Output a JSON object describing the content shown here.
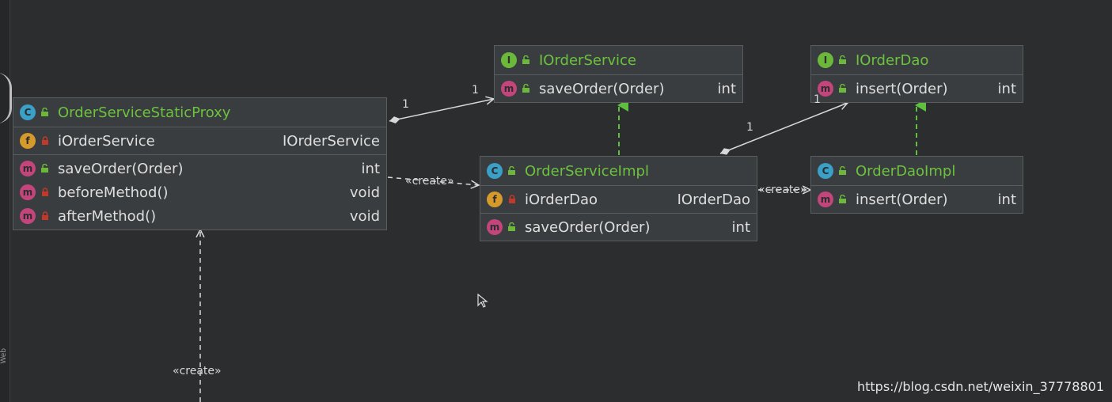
{
  "colors": {
    "background": "#2b2d2e",
    "box": "#3a3d3f",
    "class_name": "#6cc23f",
    "badge_class": "#3aa0c7",
    "badge_interface": "#6cb83a",
    "badge_field": "#d69a2c",
    "badge_method": "#c3457c",
    "implements_arrow": "#5fbf3f"
  },
  "icons": {
    "class": "C",
    "interface": "I",
    "field": "f",
    "method": "m"
  },
  "classes": {
    "proxy": {
      "name": "OrderServiceStaticProxy",
      "fields": [
        {
          "name": "iOrderService",
          "type": "IOrderService",
          "visibility": "private"
        }
      ],
      "methods": [
        {
          "name": "saveOrder(Order)",
          "type": "int",
          "visibility": "public"
        },
        {
          "name": "beforeMethod()",
          "type": "void",
          "visibility": "private"
        },
        {
          "name": "afterMethod()",
          "type": "void",
          "visibility": "private"
        }
      ]
    },
    "iorderservice": {
      "name": "IOrderService",
      "methods": [
        {
          "name": "saveOrder(Order)",
          "type": "int",
          "visibility": "public"
        }
      ]
    },
    "iorderdao": {
      "name": "IOrderDao",
      "methods": [
        {
          "name": "insert(Order)",
          "type": "int",
          "visibility": "public"
        }
      ]
    },
    "orderserviceimpl": {
      "name": "OrderServiceImpl",
      "fields": [
        {
          "name": "iOrderDao",
          "type": "IOrderDao",
          "visibility": "private"
        }
      ],
      "methods": [
        {
          "name": "saveOrder(Order)",
          "type": "int",
          "visibility": "public"
        }
      ]
    },
    "orderdaoimpl": {
      "name": "OrderDaoImpl",
      "methods": [
        {
          "name": "insert(Order)",
          "type": "int",
          "visibility": "public"
        }
      ]
    }
  },
  "labels": {
    "mult_proxy_src": "1",
    "mult_proxy_dst": "1",
    "mult_impl_src": "1",
    "mult_impl_dst": "1",
    "create_proxy_impl": "«create»",
    "create_impl_dao": "«create»",
    "create_bottom": "«create»"
  },
  "sidebar_text": "Web",
  "watermark": "https://blog.csdn.net/weixin_37778801"
}
